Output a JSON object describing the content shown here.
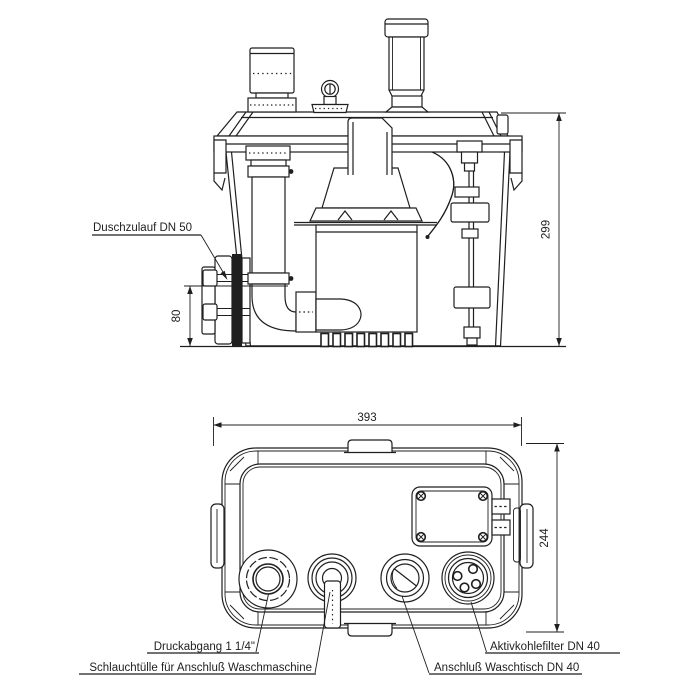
{
  "colors": {
    "line": "#1f1f1f",
    "background": "#ffffff"
  },
  "side_view": {
    "labels": {
      "shower_inlet": "Duschzulauf DN 50"
    },
    "dimensions": {
      "total_height": "299",
      "inlet_height": "80"
    }
  },
  "top_view": {
    "labels": {
      "pressure_outlet": "Druckabgang 1 1/4\"",
      "washing_machine_hose": "Schlauchtülle für Anschluß Waschmaschine",
      "washbasin_connection": "Anschluß Waschtisch DN 40",
      "carbon_filter": "Aktivkohlefilter DN 40"
    },
    "dimensions": {
      "width": "393",
      "depth": "244"
    }
  }
}
